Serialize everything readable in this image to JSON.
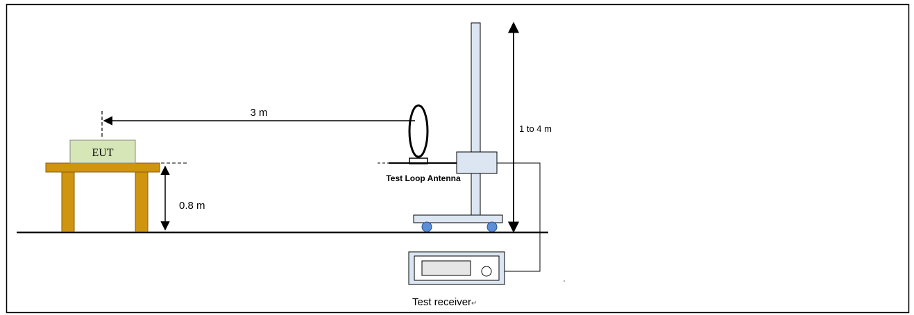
{
  "labels": {
    "eut": "EUT",
    "distance": "3 m",
    "antenna": "Test Loop Antenna",
    "mast_height": "1 to 4 m",
    "table_height": "0.8 m",
    "receiver": "Test receiver",
    "return_mark": "↵"
  },
  "colors": {
    "table_wood": "#cf9410",
    "table_wood_edge": "#8a5f00",
    "eut_fill": "#d6e6b6",
    "mast_fill": "#dce6f2",
    "wheel_fill": "#5b8fd6",
    "receiver_fill": "#dce6f2",
    "line": "#000000"
  }
}
